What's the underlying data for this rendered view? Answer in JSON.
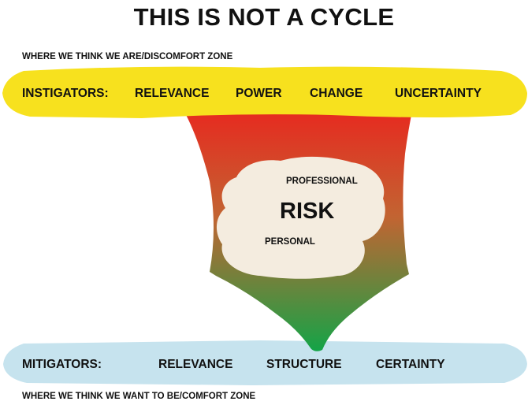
{
  "title": "THIS IS NOT A CYCLE",
  "top_note": "WHERE WE THINK WE ARE/DISCOMFORT ZONE",
  "bottom_note": "WHERE WE THINK WE WANT TO BE/COMFORT ZONE",
  "instigators": {
    "label": "INSTIGATORS:",
    "items": [
      "RELEVANCE",
      "POWER",
      "CHANGE",
      "UNCERTAINTY"
    ]
  },
  "mitigators": {
    "label": "MITIGATORS:",
    "items": [
      "RELEVANCE",
      "STRUCTURE",
      "CERTAINTY"
    ]
  },
  "risk": {
    "label": "RISK",
    "upper": "PROFESSIONAL",
    "lower": "PERSONAL"
  },
  "colors": {
    "instigators_band": "#f7e11e",
    "mitigators_band": "#c6e3ee",
    "arrow_top": "#e8281f",
    "arrow_bottom": "#14a447",
    "cloud": "#f4ecdf"
  }
}
